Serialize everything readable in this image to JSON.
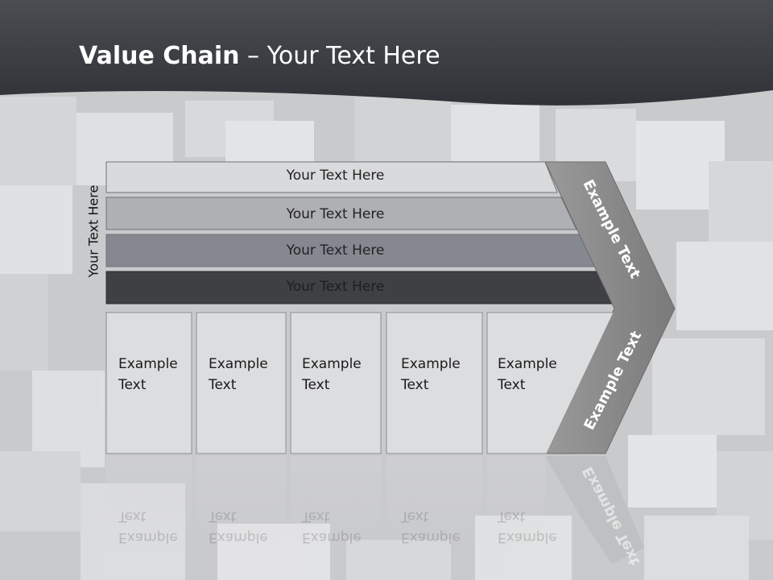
{
  "title": {
    "bold": "Value Chain",
    "rest": " – Your Text Here"
  },
  "side_label": "Your Text Here",
  "bands": [
    {
      "label": "Your Text Here"
    },
    {
      "label": "Your Text Here"
    },
    {
      "label": "Your Text Here"
    },
    {
      "label": "Your Text Here"
    }
  ],
  "boxes": [
    {
      "line1": "Example",
      "line2": "Text"
    },
    {
      "line1": "Example",
      "line2": "Text"
    },
    {
      "line1": "Example",
      "line2": "Text"
    },
    {
      "line1": "Example",
      "line2": "Text"
    },
    {
      "line1": "Example",
      "line2": "Text"
    }
  ],
  "chevron": {
    "upper": "Example Text",
    "lower": "Example Text"
  },
  "colors": {
    "header": "#3a3d42",
    "band1": "#d9dadc",
    "band2": "#aeb0b3",
    "band3": "#858891",
    "band4": "#3e4044",
    "chevron": "#8a8a8a"
  }
}
